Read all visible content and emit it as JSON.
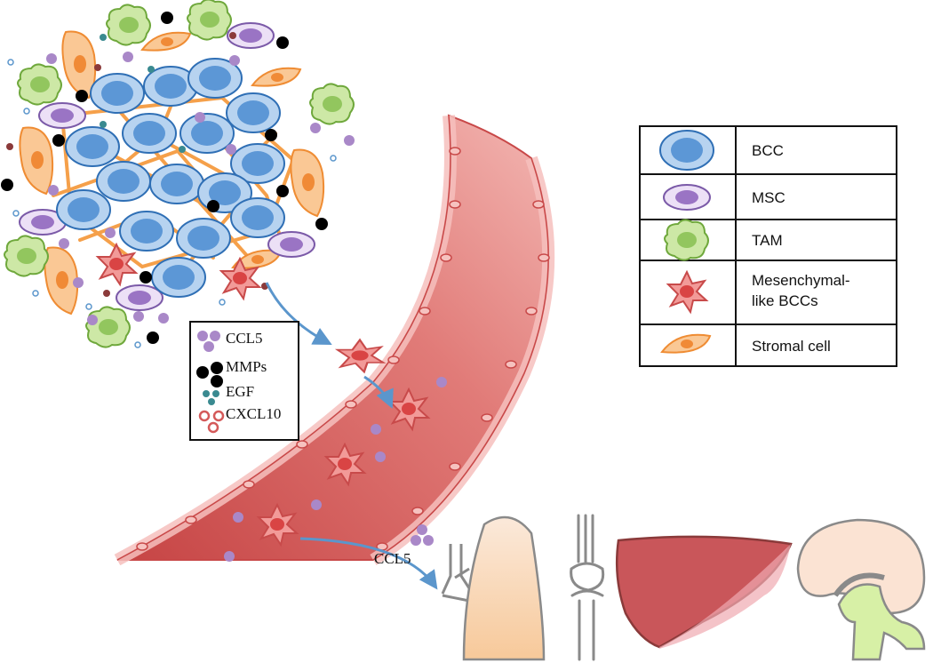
{
  "colors": {
    "bcc_fill": "#a9c8ea",
    "bcc_nucleus": "#4f8fd1",
    "bcc_stroke": "#2f6fb5",
    "msc_fill": "#e4d6f0",
    "msc_nucleus": "#8e67b8",
    "tam_fill": "#c9e5a0",
    "tam_nucleus": "#8cc45a",
    "mesenchymal_fill": "#f08a88",
    "mesenchymal_nucleus": "#d94848",
    "stromal_fill": "#f9c48f",
    "stromal_nucleus": "#f08a36",
    "stromal_fiber": "#f5a04a",
    "vessel_dark": "#c84848",
    "vessel_light": "#f6b0ad",
    "arrow": "#5b96cc",
    "organ_bone": "#f6cfa8",
    "organ_liver": "#c9565a",
    "organ_brain": "#f9dfcf",
    "organ_brain_stem": "#d9f0a8",
    "factor_ccl5": "#a988c8",
    "factor_mmp": "#000000",
    "factor_egf": "#3a8a90",
    "factor_cxcl10": "#d45a5a"
  },
  "legend": [
    {
      "cell": "bcc",
      "label": "BCC"
    },
    {
      "cell": "msc",
      "label": "MSC"
    },
    {
      "cell": "tam",
      "label": "TAM"
    },
    {
      "cell": "mesenchymal",
      "label_lines": [
        "Mesenchymal-",
        "like BCCs"
      ]
    },
    {
      "cell": "stromal",
      "label": "Stromal cell"
    }
  ],
  "factors": [
    {
      "key": "ccl5",
      "label": "CCL5"
    },
    {
      "key": "mmp",
      "label": "MMPs"
    },
    {
      "key": "egf",
      "label": "EGF"
    },
    {
      "key": "cxcl10",
      "label": "CXCL10"
    }
  ],
  "homing_label": "CCL5"
}
